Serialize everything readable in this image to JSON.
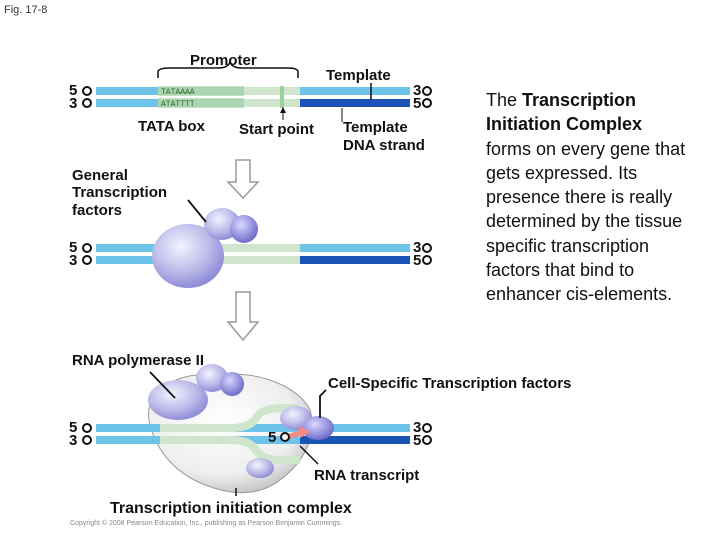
{
  "figure": {
    "label": "Fig. 17-8"
  },
  "labels": {
    "promoter": "Promoter",
    "template": "Template",
    "tata_box": "TATA box",
    "start_point": "Start point",
    "template_strand_line1": "Template",
    "template_strand_line2": "DNA strand",
    "gtf_line1": "General",
    "gtf_line2": "Transcription",
    "gtf_line3": "factors",
    "rna_pol": "RNA polymerase II",
    "cell_specific": "Cell-Specific Transcription factors",
    "rna_transcript": "RNA transcript",
    "initiation_complex": "Transcription initiation complex"
  },
  "sequence": {
    "top": "TATAAAA",
    "bottom": "ATATTTT"
  },
  "ends": {
    "five": "5",
    "three": "3"
  },
  "side_text": {
    "part1": "The ",
    "bold1": "Transcription Initiation Complex",
    "part2": " forms on every gene that gets expressed. Its presence there is really determined by the tissue specific transcription factors that bind to enhancer cis-elements."
  },
  "copyright": "Copyright © 2008 Pearson Education, Inc., publishing as Pearson Benjamin Cummings.",
  "colors": {
    "strand_light": "#6ec3ea",
    "strand_dark": "#1b53b6",
    "strand_green": "#cfe6cd",
    "protein": "#b7b6e8",
    "protein_dark": "#7f7ed0",
    "transcript": "#f48a83"
  }
}
